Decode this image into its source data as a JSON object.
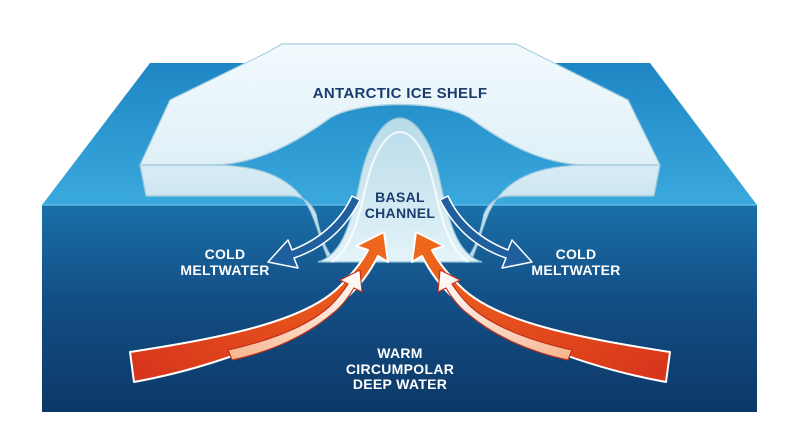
{
  "labels": {
    "ice_shelf": "ANTARCTIC ICE SHELF",
    "basal_channel": [
      "BASAL",
      "CHANNEL"
    ],
    "cold_meltwater_left": [
      "COLD",
      "MELTWATER"
    ],
    "cold_meltwater_right": [
      "COLD",
      "MELTWATER"
    ],
    "warm_water": [
      "WARM",
      "CIRCUMPOLAR",
      "DEEP WATER"
    ]
  },
  "colors": {
    "ocean_deep": "#0d3d72",
    "ocean_mid": "#1a6fa8",
    "ocean_surface": "#2a9fd6",
    "ice_top": "#e6f4fa",
    "ice_side": "#c4e2ef",
    "ice_edge": "#9fc9dc",
    "label_dark": "#1b3c6e",
    "label_light": "#ffffff",
    "cold_arrow": "#1f5f9e",
    "warm_arrow": "#e8461c",
    "warm_arrow_dark": "#c4301a"
  }
}
